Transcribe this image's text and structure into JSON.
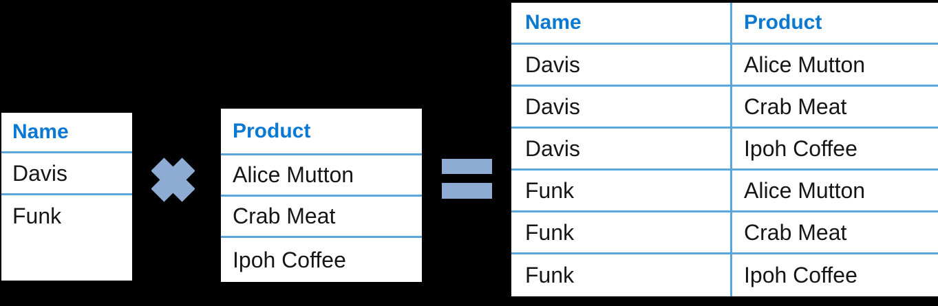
{
  "left_table": {
    "header": "Name",
    "rows": [
      "Davis",
      "Funk"
    ]
  },
  "product_table": {
    "header": "Product",
    "rows": [
      "Alice Mutton",
      "Crab Meat",
      "Ipoh Coffee"
    ]
  },
  "operators": {
    "multiply_icon": "multiply-cross",
    "equals_icon": "equals-sign"
  },
  "result_table": {
    "headers": {
      "name": "Name",
      "product": "Product"
    },
    "rows": [
      {
        "name": "Davis",
        "product": "Alice Mutton"
      },
      {
        "name": "Davis",
        "product": "Crab Meat"
      },
      {
        "name": "Davis",
        "product": "Ipoh Coffee"
      },
      {
        "name": "Funk",
        "product": "Alice Mutton"
      },
      {
        "name": "Funk",
        "product": "Crab Meat"
      },
      {
        "name": "Funk",
        "product": "Ipoh Coffee"
      }
    ]
  },
  "colors": {
    "background": "#000000",
    "table_background": "#ffffff",
    "header_text": "#0b79d2",
    "divider_line": "#58a6dc",
    "operator": "#8eabd3",
    "body_text": "#161616"
  }
}
